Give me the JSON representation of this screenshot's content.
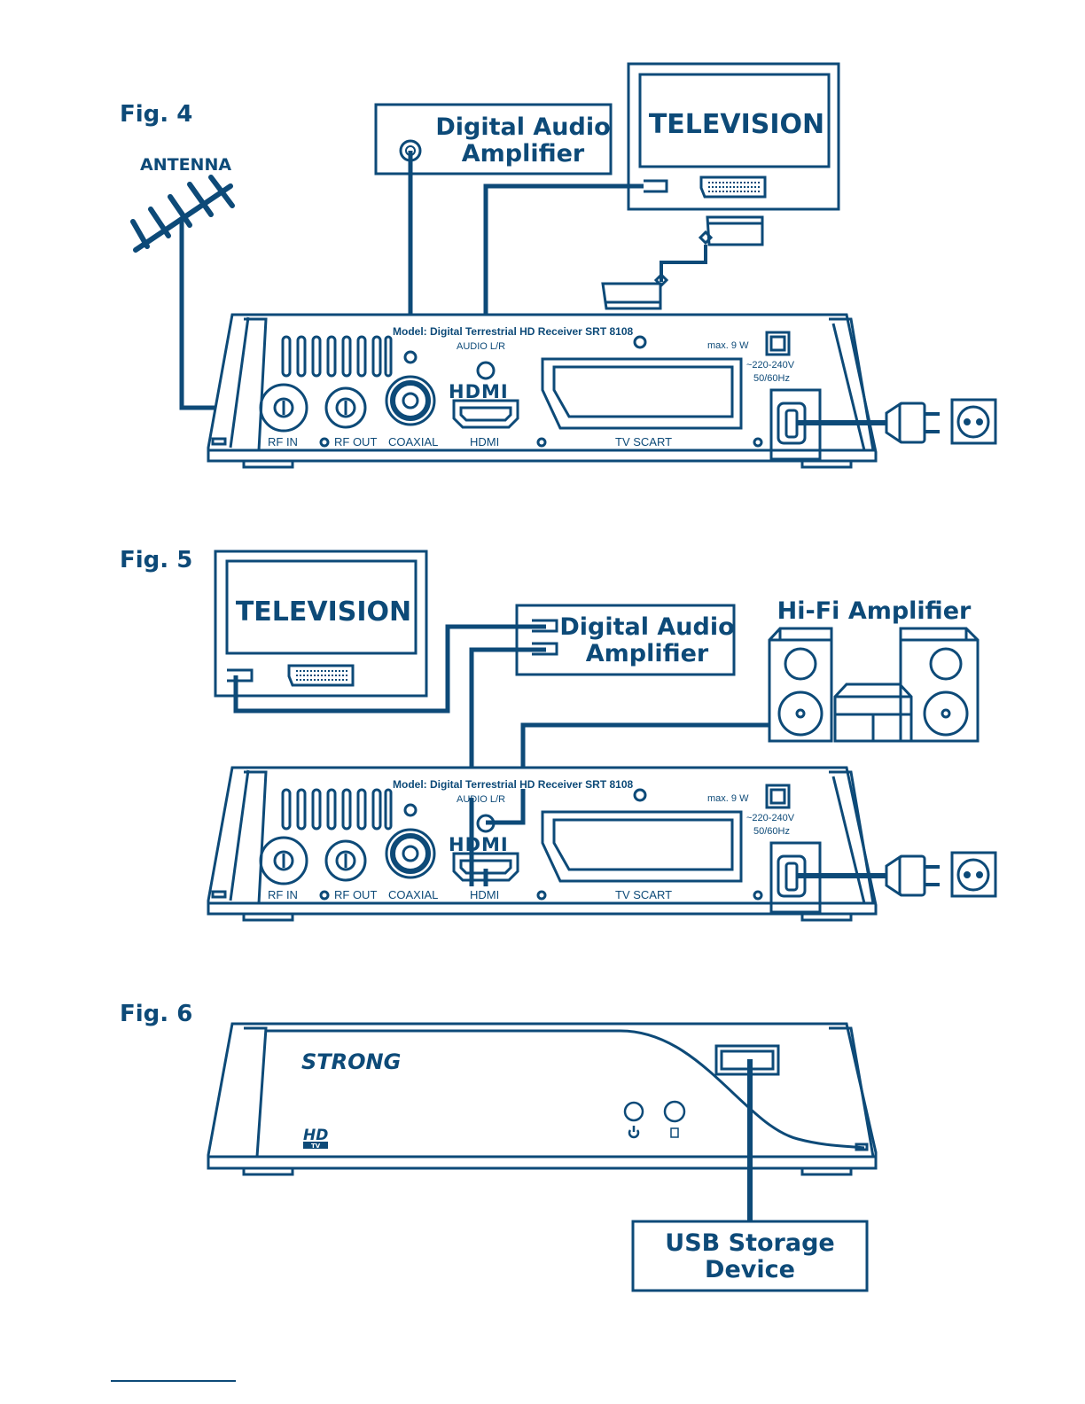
{
  "colors": {
    "ink": "#0d4a78",
    "background": "#ffffff"
  },
  "receiver": {
    "model": "Model: Digital Terrestrial HD Receiver SRT 8108",
    "audio_lr": "AUDIO L/R",
    "max_power": "max. 9 W",
    "voltage": "~220-240V",
    "frequency": "50/60Hz",
    "hdmi_logo": "HDMI",
    "ports": {
      "rf_in": "RF IN",
      "rf_out": "RF OUT",
      "coaxial": "COAXIAL",
      "hdmi": "HDMI",
      "tv_scart": "TV SCART"
    }
  },
  "fig4": {
    "title": "Fig. 4",
    "antenna": "ANTENNA",
    "amplifier_line1": "Digital Audio",
    "amplifier_line2": "Amplifier",
    "television": "TELEVISION"
  },
  "fig5": {
    "title": "Fig. 5",
    "television": "TELEVISION",
    "amplifier_line1": "Digital Audio",
    "amplifier_line2": "Amplifier",
    "hifi": "Hi-Fi Amplifier"
  },
  "fig6": {
    "title": "Fig. 6",
    "brand": "STRONG",
    "hd": "HD",
    "tv": "TV",
    "usb_line1": "USB Storage",
    "usb_line2": "Device"
  },
  "icons": [
    "antenna-icon",
    "power-plug-icon",
    "wall-socket-icon",
    "speaker-icon",
    "scart-plug-icon",
    "power-button-icon",
    "standby-button-icon",
    "usb-port-icon"
  ]
}
